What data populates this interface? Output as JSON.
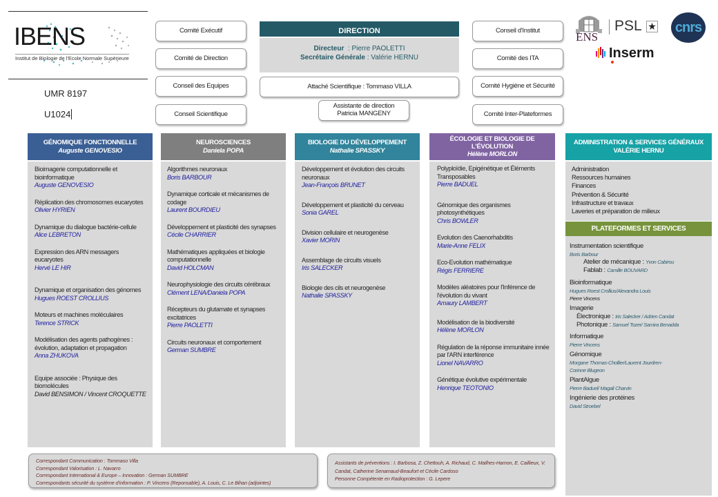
{
  "header": {
    "logo_name": "IBENS",
    "logo_subtitle": "Institut de Biologie de l'Ecole Normale Supérieure",
    "umr": "UMR 8197",
    "unit": "U1024"
  },
  "committees_left": [
    {
      "label": "Comité Exécutif"
    },
    {
      "label": "Comité de Direction"
    },
    {
      "label": "Conseil des Equipes"
    },
    {
      "label": "Conseil Scientifique"
    }
  ],
  "committees_right": [
    {
      "label": "Conseil d'Institut"
    },
    {
      "label": "Comité des ITA"
    },
    {
      "label": "Comité Hygiène et Sécurité"
    },
    {
      "label": "Comité Inter-Plateformes"
    }
  ],
  "direction": {
    "title": "DIRECTION",
    "director_label": "Directeur",
    "director_name": ": Pierre PAOLETTI",
    "secretary_label": "Secrétaire Générale",
    "secretary_name": ": Valérie HERNU",
    "attache": "Attaché Scientifique  :  Tommaso VILLA",
    "assistante_role": "Assistante de direction",
    "assistante_name": "Patricia MANGENY"
  },
  "partners": {
    "ens": "ENS",
    "psl": "PSL",
    "cnrs": "cnrs",
    "inserm": "Inserm"
  },
  "colors": {
    "genomique": "#3a5f94",
    "neuro": "#7f7f7f",
    "devbio": "#31849b",
    "ecologie": "#8064a2",
    "admin": "#17a2a6",
    "plateformes": "#77933c",
    "direction": "#245a66",
    "panel": "#d9d9d9",
    "person": "#1f1f9e"
  },
  "departments": [
    {
      "title": "GÉNOMIQUE FONCTIONNELLE",
      "lead": "Auguste GENOVESIO",
      "teams": [
        {
          "topic": "Bioimagerie computationnelle et bioinformatique",
          "person": "Auguste GENOVESIO"
        },
        {
          "topic": "Réplication des chromosomes eucaryotes",
          "person": "Olivier HYRIEN"
        },
        {
          "topic": " Dynamique du dialogue bactérie-cellule",
          "person": "Alice LEBRETON"
        },
        {
          "topic": "Expression des ARN messagers eucaryotes",
          "person": "Hervé LE HIR"
        },
        {
          "topic": "Dynamique et organisation des génomes",
          "person": "Hugues ROEST CROLLIUS"
        },
        {
          "topic": "Moteurs et machines moléculaires",
          "person": "Terence STRICK"
        },
        {
          "topic": "Modélisation des agents pathogènes : évolution, adaptation et propagation",
          "person": "Anna ZHUKOVA"
        },
        {
          "topic": "Equipe associée : Physique des biomolécules",
          "person": "David BENSIMON / Vincent CROQUETTE",
          "associated": true
        }
      ]
    },
    {
      "title": "NEUROSCIENCES",
      "lead": "Daniela POPA",
      "teams": [
        {
          "topic": "Algorithmes neuronaux",
          "person": "Boris BARBOUR"
        },
        {
          "topic": "Dynamique corticale et mécanismes de codage",
          "person": "Laurent BOURDIEU"
        },
        {
          "topic": "Développement et plasticité des synapses",
          "person": "Cécile CHARRIER"
        },
        {
          "topic": "Mathématiques appliquées et biologie computationnelle",
          "person": "David HOLCMAN"
        },
        {
          "topic": "Neurophysiologie des circuits cérébraux",
          "person": "Clément LENA/Daniela POPA"
        },
        {
          "topic": "Récepteurs du glutamate et synapses excitatrices",
          "person": "Pierre PAOLETTI"
        },
        {
          "topic": "Circuits neuronaux et comportement",
          "person": "German SUMBRE"
        }
      ]
    },
    {
      "title": "BIOLOGIE DU DÉVELOPPEMENT",
      "lead": "Nathalie SPASSKY",
      "teams": [
        {
          "topic": "Développement et évolution des circuits neuronaux",
          "person": "Jean-François BRUNET"
        },
        {
          "topic": "Développement et plasticité du cerveau",
          "person": "Sonia GAREL"
        },
        {
          "topic": "Division cellulaire et neurogenèse",
          "person": "Xavier MORIN"
        },
        {
          "topic": "Assemblage de circuits visuels",
          "person": "Iris SALECKER"
        },
        {
          "topic": "Biologie des cils et neurogenèse",
          "person": "Nathalie SPASSKY"
        }
      ]
    },
    {
      "title": "ÉCOLOGIE ET BIOLOGIE DE L'ÉVOLUTION",
      "lead": "Hélène MORLON",
      "teams": [
        {
          "topic": "Polyploïdie, Epigénétique et Éléments Transposables",
          "person": "Pierre BADUEL"
        },
        {
          "topic": "Génomique des organismes photosynthétiques",
          "person": "Chris BOWLER"
        },
        {
          "topic": "Evolution des Caenorhabditis",
          "person": "Marie-Anne FELIX"
        },
        {
          "topic": "Eco-Evolution mathématique",
          "person": "Régis FERRIERE"
        },
        {
          "topic": "Modèles aléatoires pour l'Inférence de l'évolution du vivant",
          "person": "Amaury LAMBERT"
        },
        {
          "topic": "Modélisation de la biodiversité",
          "person": "Hélène MORLON"
        },
        {
          "topic": "Régulation de la réponse immunitaire innée par l'ARN interférence",
          "person": "Lionel NAVARRO"
        },
        {
          "topic": "Génétique évolutive expérimentale",
          "person": "Henrique TEOTONIO"
        }
      ]
    }
  ],
  "admin": {
    "title": "ADMINISTRATION & SERVICES GÉNÉRAUX",
    "lead": "VALÉRIE HERNU",
    "items": [
      "Administration",
      "Ressources humaines",
      "Finances",
      "Prévention & Sécurité",
      "Infrastructure et travaux",
      "Laveries et préparation de milieux"
    ]
  },
  "platforms": {
    "title": "PLATEFORMES ET SERVICES",
    "instrumentation": {
      "label": "Instrumentation scientifique",
      "person": "Boris Barbour"
    },
    "atelier": {
      "label": "Atelier de mécanique : ",
      "person": "Yvon Cabirou"
    },
    "fablab": {
      "label": "Fablab : ",
      "person": "Camille BOUVARD"
    },
    "bioinfo": {
      "label": "Bioinformatique",
      "person": "Hugues Roest Crollius/Alexandra Louis",
      "person2": "Pierre Vincens"
    },
    "imagerie": {
      "label": "Imagerie"
    },
    "electronique": {
      "label": "Électronique : ",
      "person": "Iris Salecker / Adrien Candat"
    },
    "photonique": {
      "label": "Photonique : ",
      "person": "Samuel Tozer/ Samira Benadda"
    },
    "informatique": {
      "label": "Informatique",
      "person": "Pierre Vincens"
    },
    "genomique": {
      "label": "Génomique",
      "person": "Morgane Thomas-Chollier/Laurent Jourdren-",
      "person2": "Corinne Blugeon"
    },
    "plantalgue": {
      "label": "PlantAlgue",
      "person": "Pierre Baduel/ Magali Charvin"
    },
    "proteines": {
      "label": "Ingénierie des protéines",
      "person": "David Stroebel"
    }
  },
  "notes_left": [
    "Correspondant  Communication  : Tommaso  Villa",
    "Correspondant  Valorisation : L. Navarro",
    "Correspondant  International  & Europe  – Innovation : German  SUMBRE",
    "Correspondants  sécurité du système d'information : P. Vincens (Reponsable),  A. Louis, C. Le Bihan (adjointes)"
  ],
  "notes_right": [
    "Assistants de préventions  : I. Barbosa,  Z. Chettouh,  A. Richaud, C. Mailhes-Hamon,  E. Caillieux, V. Candat,  Catherine  Senamaud-Beaufort   et Cécile Cardoso",
    "Personne  Compétente   en Radioprotection   : G. Lepere"
  ]
}
